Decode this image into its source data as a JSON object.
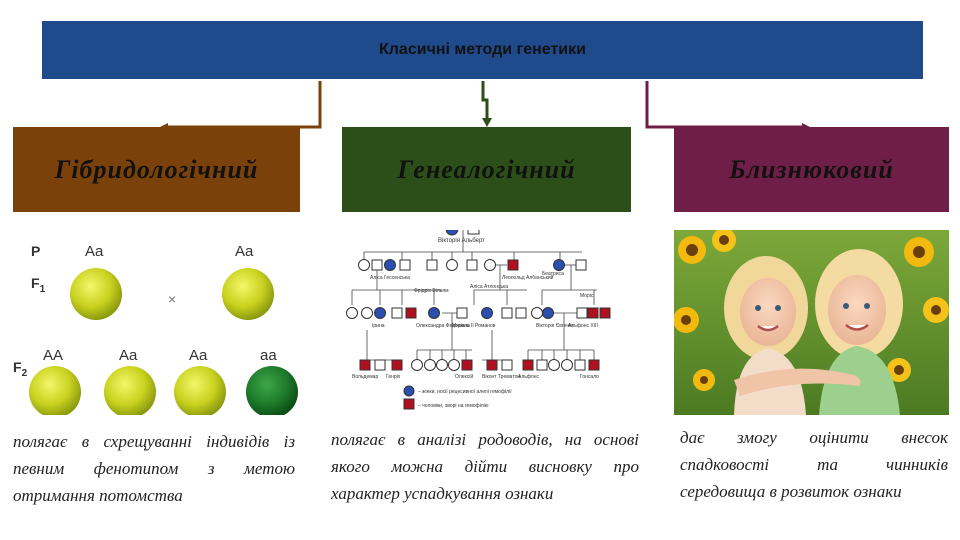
{
  "header": {
    "title": "Класичні методи генетики"
  },
  "methods": {
    "hybrid": {
      "label": "Гібридологічний",
      "description": "полягає в схрещуванні індивідів із певним фенотипом з метою отримання потомства",
      "figure": {
        "gen_p": "P",
        "gen_f1": "F",
        "gen_f1_sub": "1",
        "gen_f2": "F",
        "gen_f2_sub": "2",
        "p1": "Aa",
        "p2": "Aa",
        "cross": "×",
        "f2": [
          "AA",
          "Aa",
          "Aa",
          "aa"
        ]
      }
    },
    "genealogical": {
      "label": "Генеалогічний",
      "description": "полягає в аналізі родоводів, на основі якого можна дійти висновку про характер успадкування ознаки",
      "figure": {
        "founders": "Вікторія   Альберт",
        "names_g2": [
          "Аліса Гессенська",
          "Леопольд Албанський",
          "Беатриса"
        ],
        "names_g3": [
          "Фрідріх Вільям",
          "Аліса Атлонська",
          "Моріс",
          "Ірина",
          "Олександра Федорівна",
          "Микола II Романов",
          "Вікторія Євгенія",
          "Альфонс XIII"
        ],
        "names_g4": [
          "Вольдемар",
          "Генріх",
          "Олексій",
          "Віконт Трематон",
          "Альфонс",
          "Гонсало"
        ],
        "legend_carrier": "– жінки, носії рецесивної алелі гемофілії",
        "legend_affected": "– чоловіки, хворі на гемофілію"
      }
    },
    "twin": {
      "label": "Близнюковий",
      "description": "дає змогу оцінити внесок спадковості та чинників середовища в розвиток ознаки"
    }
  },
  "colors": {
    "title_bg": "#1f4a8c",
    "hybrid": "#7a420a",
    "genealogical": "#2c4f1a",
    "twin": "#6f1f47",
    "carrier": "#2a4fb0",
    "affected": "#b01020"
  }
}
